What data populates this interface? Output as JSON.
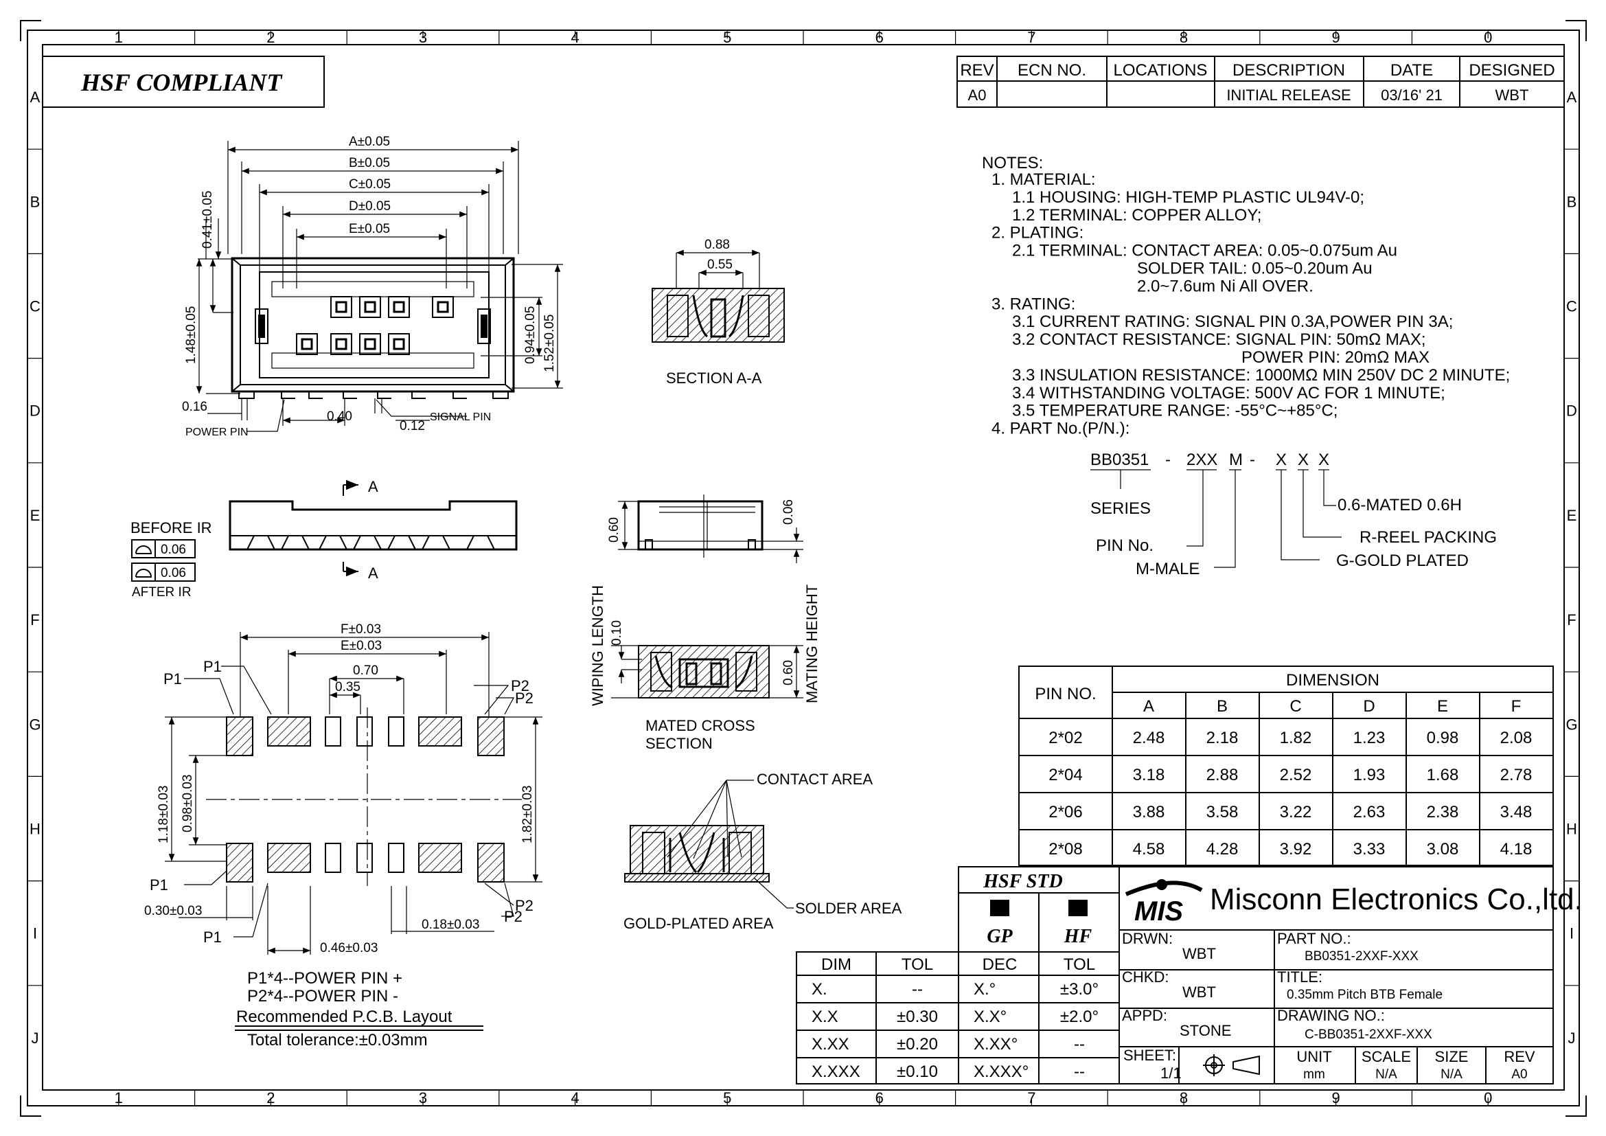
{
  "zones": {
    "cols": [
      "1",
      "2",
      "3",
      "4",
      "5",
      "6",
      "7",
      "8",
      "9",
      "0"
    ],
    "rows": [
      "A",
      "B",
      "C",
      "D",
      "E",
      "F",
      "G",
      "H",
      "I",
      "J"
    ]
  },
  "compliance": "HSF  COMPLIANT",
  "revision_table": {
    "headers": [
      "REV",
      "ECN  NO.",
      "LOCATIONS",
      "DESCRIPTION",
      "DATE",
      "DESIGNED"
    ],
    "row": [
      "A0",
      "",
      "",
      "INITIAL  RELEASE",
      "03/16' 21",
      "WBT"
    ]
  },
  "notes": {
    "title": "NOTES:",
    "lines": [
      "1.  MATERIAL:",
      "1.1  HOUSING:  HIGH-TEMP  PLASTIC  UL94V-0;",
      "1.2  TERMINAL:  COPPER  ALLOY;",
      "2.  PLATING:",
      "2.1  TERMINAL:  CONTACT  AREA: 0.05~0.075um  Au",
      "SOLDER  TAIL: 0.05~0.20um  Au",
      "2.0~7.6um  Ni  All  OVER.",
      "3.  RATING:",
      "3.1  CURRENT  RATING:  SIGNAL  PIN  0.3A,POWER  PIN  3A;",
      "3.2  CONTACT  RESISTANCE:  SIGNAL  PIN: 50mΩ  MAX;",
      "POWER  PIN: 20mΩ  MAX",
      "3.3  INSULATION  RESISTANCE:  1000MΩ  MIN  250V  DC  2  MINUTE;",
      "3.4  WITHSTANDING  VOLTAGE:  500V  AC  FOR  1  MINUTE;",
      "3.5  TEMPERATURE  RANGE:  -55°C~+85°C;",
      "4.  PART  No.(P/N.):"
    ]
  },
  "part_code": {
    "code": [
      "BB0351",
      "-",
      "2XX",
      "M",
      "-",
      "X",
      "X",
      "X"
    ],
    "series": "SERIES",
    "pin_no": "PIN  No.",
    "male": "M-MALE",
    "mated": "0.6-MATED  0.6H",
    "reel": "R-REEL  PACKING",
    "gold": "G-GOLD  PLATED"
  },
  "top_view": {
    "dims": [
      "A±0.05",
      "B±0.05",
      "C±0.05",
      "D±0.05",
      "E±0.05",
      "0.41±0.05",
      "1.48±0.05",
      "0.94±0.05",
      "1.52±0.05",
      "0.16",
      "0.40",
      "0.12"
    ],
    "power_pin": "POWER  PIN",
    "signal_pin": "SIGNAL  PIN"
  },
  "section_aa": {
    "label": "SECTION  A-A",
    "dims": [
      "0.88",
      "0.55"
    ]
  },
  "side_view": {
    "arrow": "A",
    "before": "BEFORE  IR",
    "after": "AFTER  IR",
    "flat1": "0.06",
    "flat2": "0.06"
  },
  "front_view": {
    "dims": [
      "0.60",
      "0.06"
    ]
  },
  "mated": {
    "label1": "MATED  CROSS",
    "label2": "SECTION",
    "wiping": "WIPING  LENGTH",
    "wiping_val": "0.10",
    "height": "MATING  HEIGHT",
    "height_val": "0.60"
  },
  "contact": {
    "contact": "CONTACT  AREA",
    "solder": "SOLDER  AREA",
    "gold": "GOLD-PLATED  AREA"
  },
  "pcb": {
    "dims": [
      "F±0.03",
      "E±0.03",
      "0.70",
      "0.35",
      "1.18±0.03",
      "0.98±0.03",
      "1.82±0.03",
      "0.30±0.03",
      "0.46±0.03",
      "0.18±0.03"
    ],
    "p1": "P1",
    "p2": "P2",
    "legend1": "P1*4--POWER  PIN  +",
    "legend2": "P2*4--POWER  PIN  -",
    "title": "Recommended  P.C.B.  Layout",
    "tolerance": "Total  tolerance:±0.03mm"
  },
  "dimension_table": {
    "pin_header": "PIN  NO.",
    "group_header": "DIMENSION",
    "columns": [
      "A",
      "B",
      "C",
      "D",
      "E",
      "F"
    ],
    "rows": [
      {
        "pin": "2*02",
        "values": [
          "2.48",
          "2.18",
          "1.82",
          "1.23",
          "0.98",
          "2.08"
        ]
      },
      {
        "pin": "2*04",
        "values": [
          "3.18",
          "2.88",
          "2.52",
          "1.93",
          "1.68",
          "2.78"
        ]
      },
      {
        "pin": "2*06",
        "values": [
          "3.88",
          "3.58",
          "3.22",
          "2.63",
          "2.38",
          "3.48"
        ]
      },
      {
        "pin": "2*08",
        "values": [
          "4.58",
          "4.28",
          "3.92",
          "3.33",
          "3.08",
          "4.18"
        ]
      }
    ]
  },
  "tolerance_table": {
    "headers": [
      "DIM",
      "TOL"
    ],
    "rows": [
      [
        "X.",
        "--"
      ],
      [
        "X.X",
        "±0.30"
      ],
      [
        "X.XX",
        "±0.20"
      ],
      [
        "X.XXX",
        "±0.10"
      ]
    ]
  },
  "hsf_std": {
    "title": "HSF  STD",
    "gp": "GP",
    "hf": "HF",
    "headers": [
      "DEC",
      "TOL"
    ],
    "rows": [
      [
        "X.°",
        "±3.0°"
      ],
      [
        "X.X°",
        "±2.0°"
      ],
      [
        "X.XX°",
        "--"
      ],
      [
        "X.XXX°",
        "--"
      ]
    ]
  },
  "title_block": {
    "logo": "MIS",
    "company": "Misconn Electronics Co.,ltd.",
    "drwn_label": "DRWN:",
    "drwn": "WBT",
    "chkd_label": "CHKD:",
    "chkd": "WBT",
    "appd_label": "APPD:",
    "appd": "STONE",
    "part_label": "PART  NO.:",
    "part": "BB0351-2XXF-XXX",
    "title_label": "TITLE:",
    "title": "0.35mm  Pitch  BTB  Female",
    "drawing_label": "DRAWING  NO.:",
    "drawing": "C-BB0351-2XXF-XXX",
    "sheet_label": "SHEET:",
    "sheet": "1/1",
    "unit_label": "UNIT",
    "unit": "mm",
    "scale_label": "SCALE",
    "scale": "N/A",
    "size_label": "SIZE",
    "size": "N/A",
    "rev_label": "REV",
    "rev": "A0"
  }
}
